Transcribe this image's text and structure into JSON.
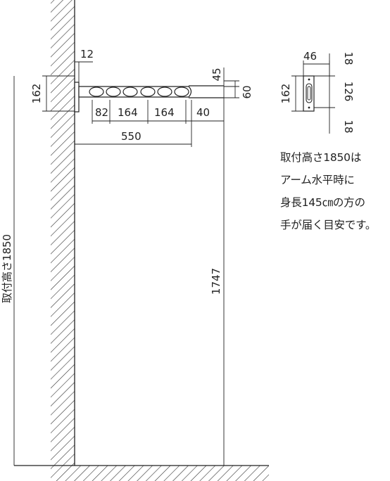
{
  "figure": {
    "dims": {
      "bracket_thickness": "12",
      "bracket_height": "162",
      "arm_to_top": "45",
      "arm_height": "60",
      "spacing_first": "82",
      "spacing_second": "164",
      "spacing_third": "164",
      "tip_extension": "40",
      "arm_length": "550",
      "arm_floor_height": "1747",
      "mount_height_label": "取付高さ1850"
    },
    "side_view": {
      "width": "46",
      "height": "162",
      "top_margin": "18",
      "slot": "126",
      "bottom_margin": "18"
    },
    "note_lines": [
      "取付高さ1850は",
      "アーム水平時に",
      "身長145㎝の方の",
      "手が届く目安です。"
    ]
  },
  "style": {
    "line_color": "#222222",
    "hatch_color": "#333333",
    "background": "#ffffff"
  }
}
